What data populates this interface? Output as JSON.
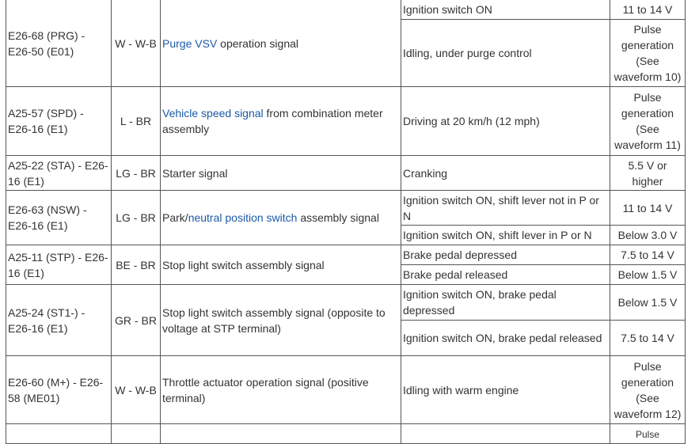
{
  "rows": [
    {
      "terminal": "E26-68 (PRG) - E26-50 (E01)",
      "wiring": "W - W-B",
      "description": {
        "link": "Purge VSV",
        "after": " operation signal"
      },
      "conditions": [
        {
          "condition": "Ignition switch ON",
          "spec": "11 to 14 V"
        },
        {
          "condition": "Idling, under purge control",
          "spec": "Pulse generation (See waveform 10)"
        }
      ]
    },
    {
      "terminal": "A25-57 (SPD) - E26-16 (E1)",
      "wiring": "L - BR",
      "description": {
        "link": "Vehicle speed signal",
        "after": " from combination meter assembly"
      },
      "conditions": [
        {
          "condition": "Driving at 20 km/h (12 mph)",
          "spec": "Pulse generation (See waveform 11)"
        }
      ]
    },
    {
      "terminal": "A25-22 (STA) - E26-16 (E1)",
      "wiring": "LG - BR",
      "description": "Starter signal",
      "conditions": [
        {
          "condition": "Cranking",
          "spec": "5.5 V or higher"
        }
      ]
    },
    {
      "terminal": "E26-63 (NSW) - E26-16 (E1)",
      "wiring": "LG - BR",
      "description": {
        "before": "Park/",
        "link": "neutral position switch",
        "after": " assembly signal"
      },
      "conditions": [
        {
          "condition": "Ignition switch ON, shift lever not in P or N",
          "spec": "11 to 14 V"
        },
        {
          "condition": "Ignition switch ON, shift lever in P or N",
          "spec": "Below 3.0 V"
        }
      ]
    },
    {
      "terminal": "A25-11 (STP) - E26-16 (E1)",
      "wiring": "BE - BR",
      "description": "Stop light switch assembly signal",
      "conditions": [
        {
          "condition": "Brake pedal depressed",
          "spec": "7.5 to 14 V"
        },
        {
          "condition": "Brake pedal released",
          "spec": "Below 1.5 V"
        }
      ]
    },
    {
      "terminal": "A25-24 (ST1-) - E26-16 (E1)",
      "wiring": "GR - BR",
      "description": "Stop light switch assembly signal (opposite to voltage at STP terminal)",
      "conditions": [
        {
          "condition": "Ignition switch ON, brake pedal depressed",
          "spec": "Below 1.5 V"
        },
        {
          "condition": "Ignition switch ON, brake pedal released",
          "spec": "7.5 to 14 V"
        }
      ]
    },
    {
      "terminal": "E26-60 (M+) - E26-58 (ME01)",
      "wiring": "W - W-B",
      "description": "Throttle actuator operation signal (positive terminal)",
      "conditions": [
        {
          "condition": "Idling with warm engine",
          "spec": "Pulse generation (See waveform 12)"
        }
      ]
    }
  ],
  "cut_row": {
    "spec": "Pulse"
  },
  "colors": {
    "link": "#1a5aa6",
    "border": "#555555",
    "text": "#333333"
  }
}
